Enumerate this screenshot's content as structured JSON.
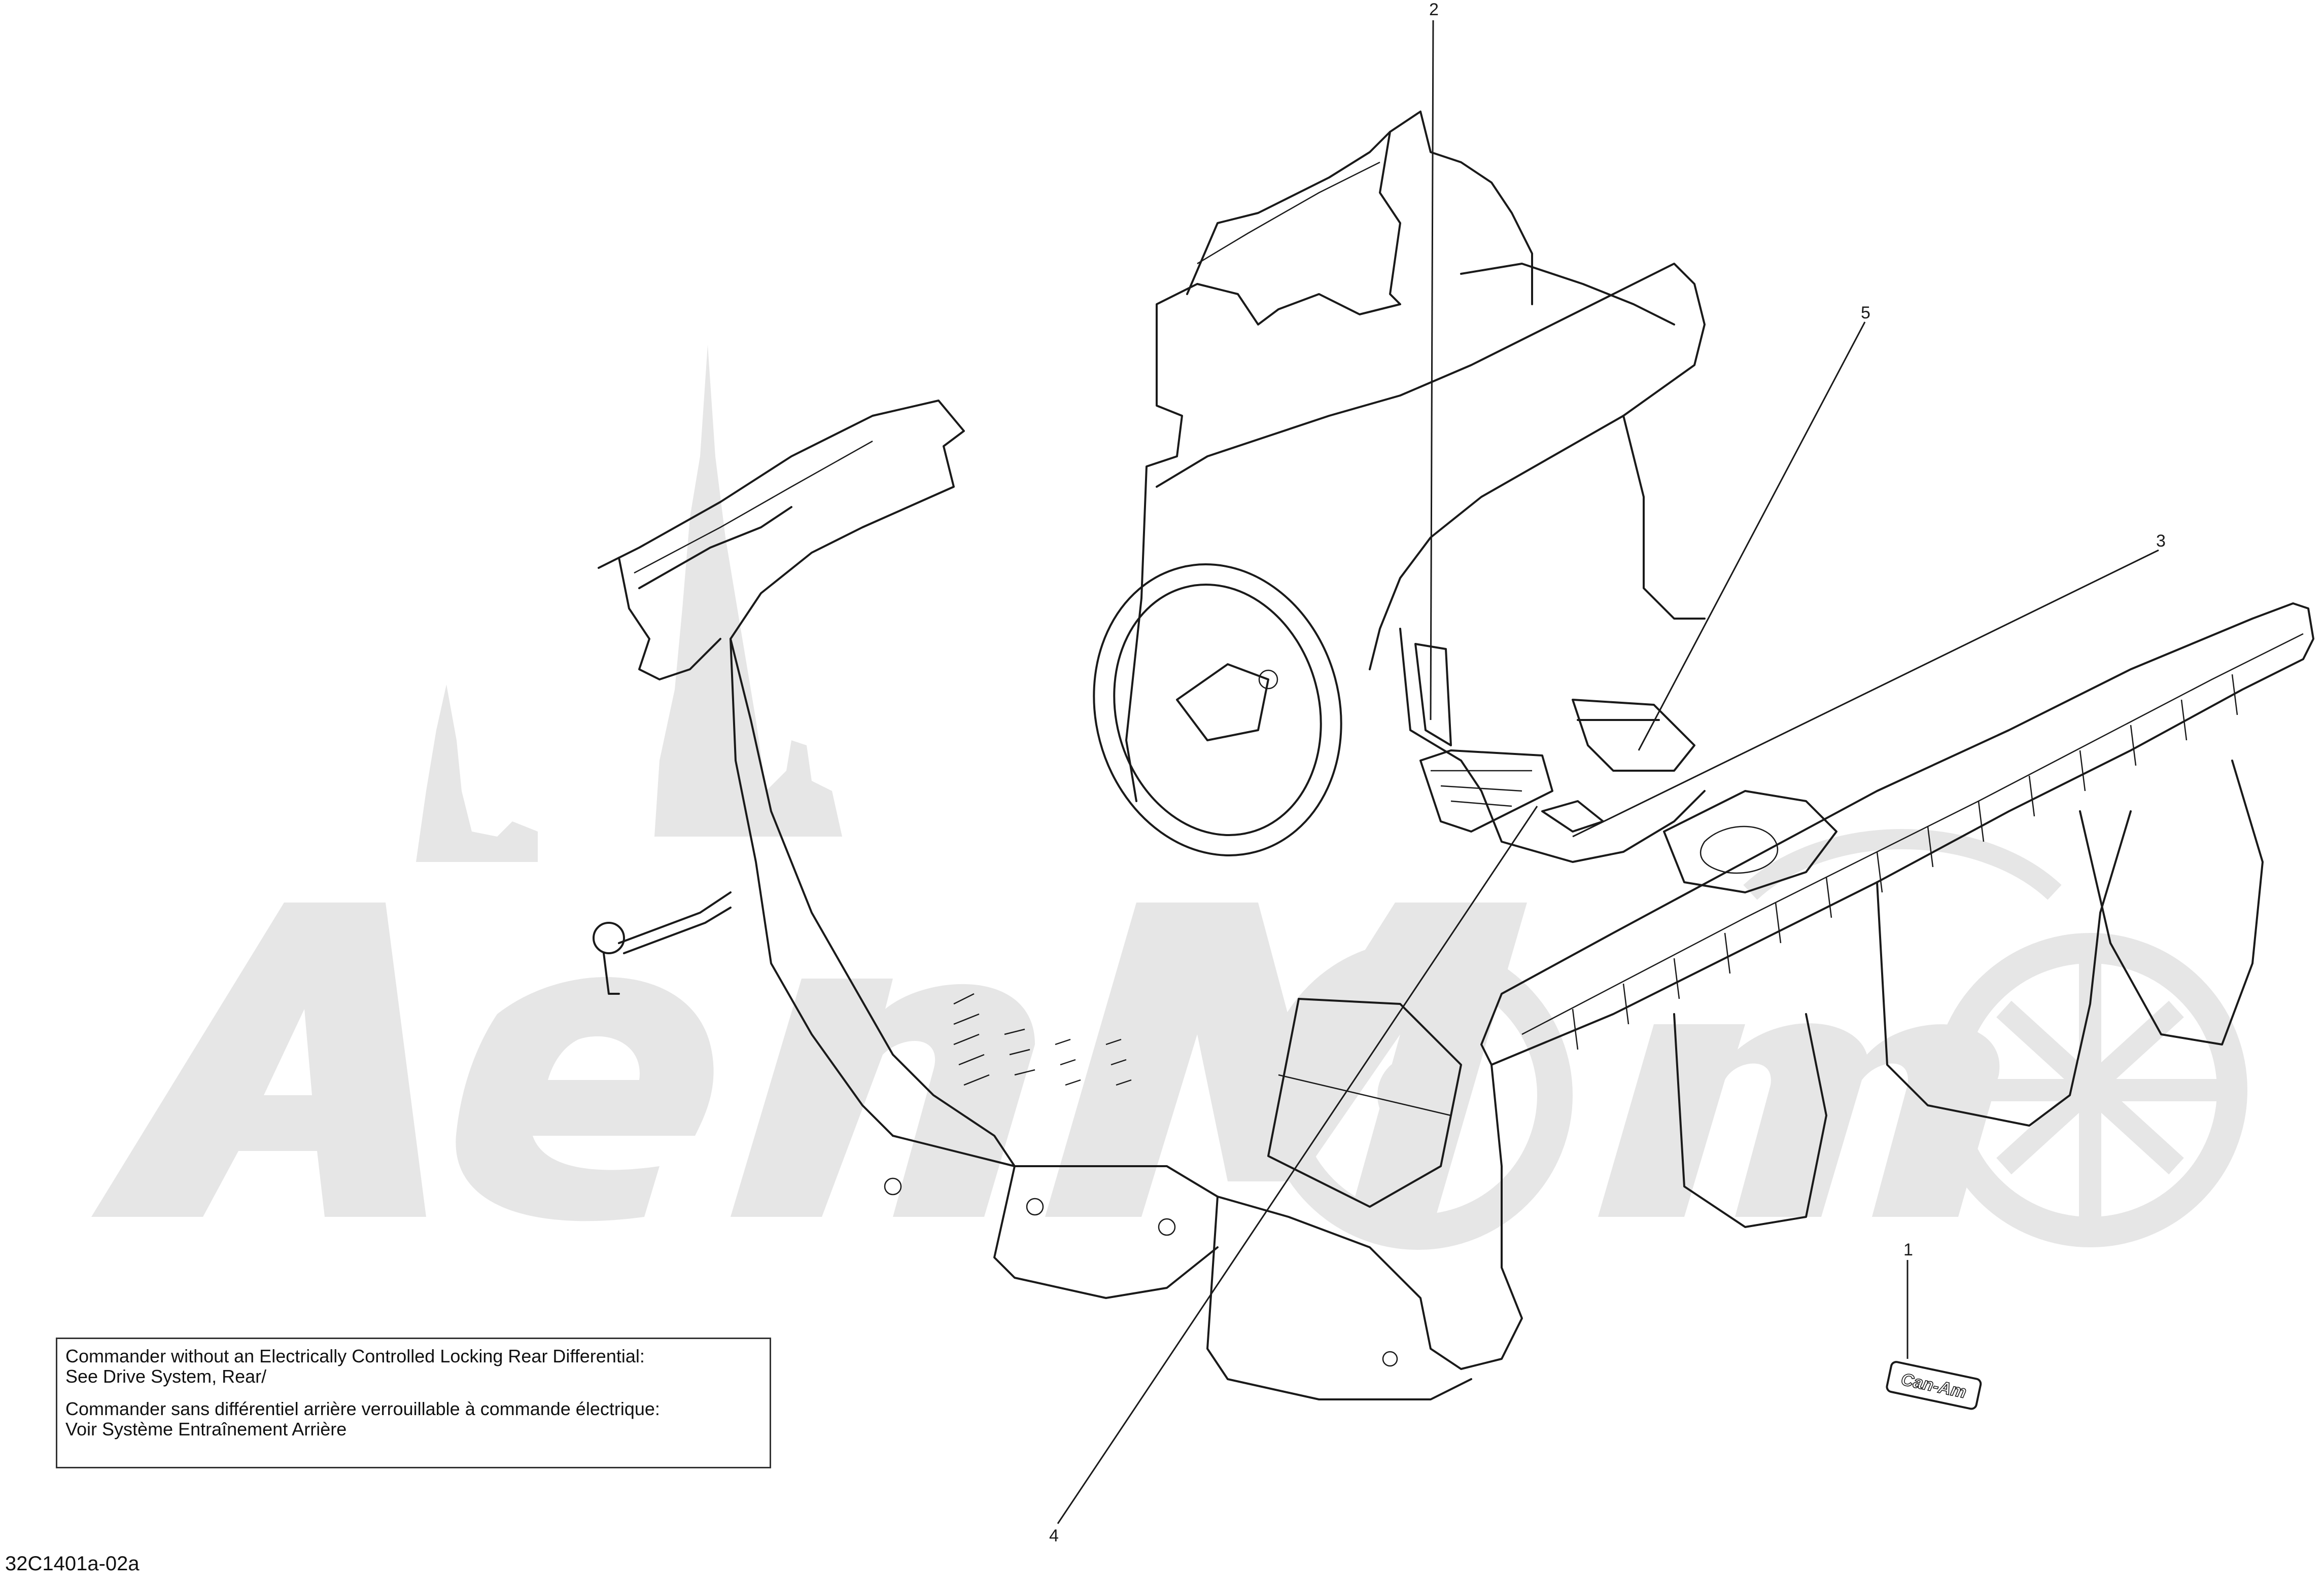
{
  "callouts": [
    {
      "id": "1",
      "label": "1"
    },
    {
      "id": "2",
      "label": "2"
    },
    {
      "id": "3",
      "label": "3"
    },
    {
      "id": "4",
      "label": "4"
    },
    {
      "id": "5",
      "label": "5"
    }
  ],
  "note": {
    "en_line1": "Commander without an Electrically Controlled Locking Rear Differential:",
    "en_line2": "See Drive System, Rear/",
    "fr_line1": "Commander sans différentiel arrière verrouillable à commande électrique:",
    "fr_line2": "Voir Système Entraînement Arrière"
  },
  "reference_code": "32C1401a-02a",
  "icons": {
    "watermark": "watermark-logo-icon",
    "emblem": "can-am-emblem-icon"
  }
}
